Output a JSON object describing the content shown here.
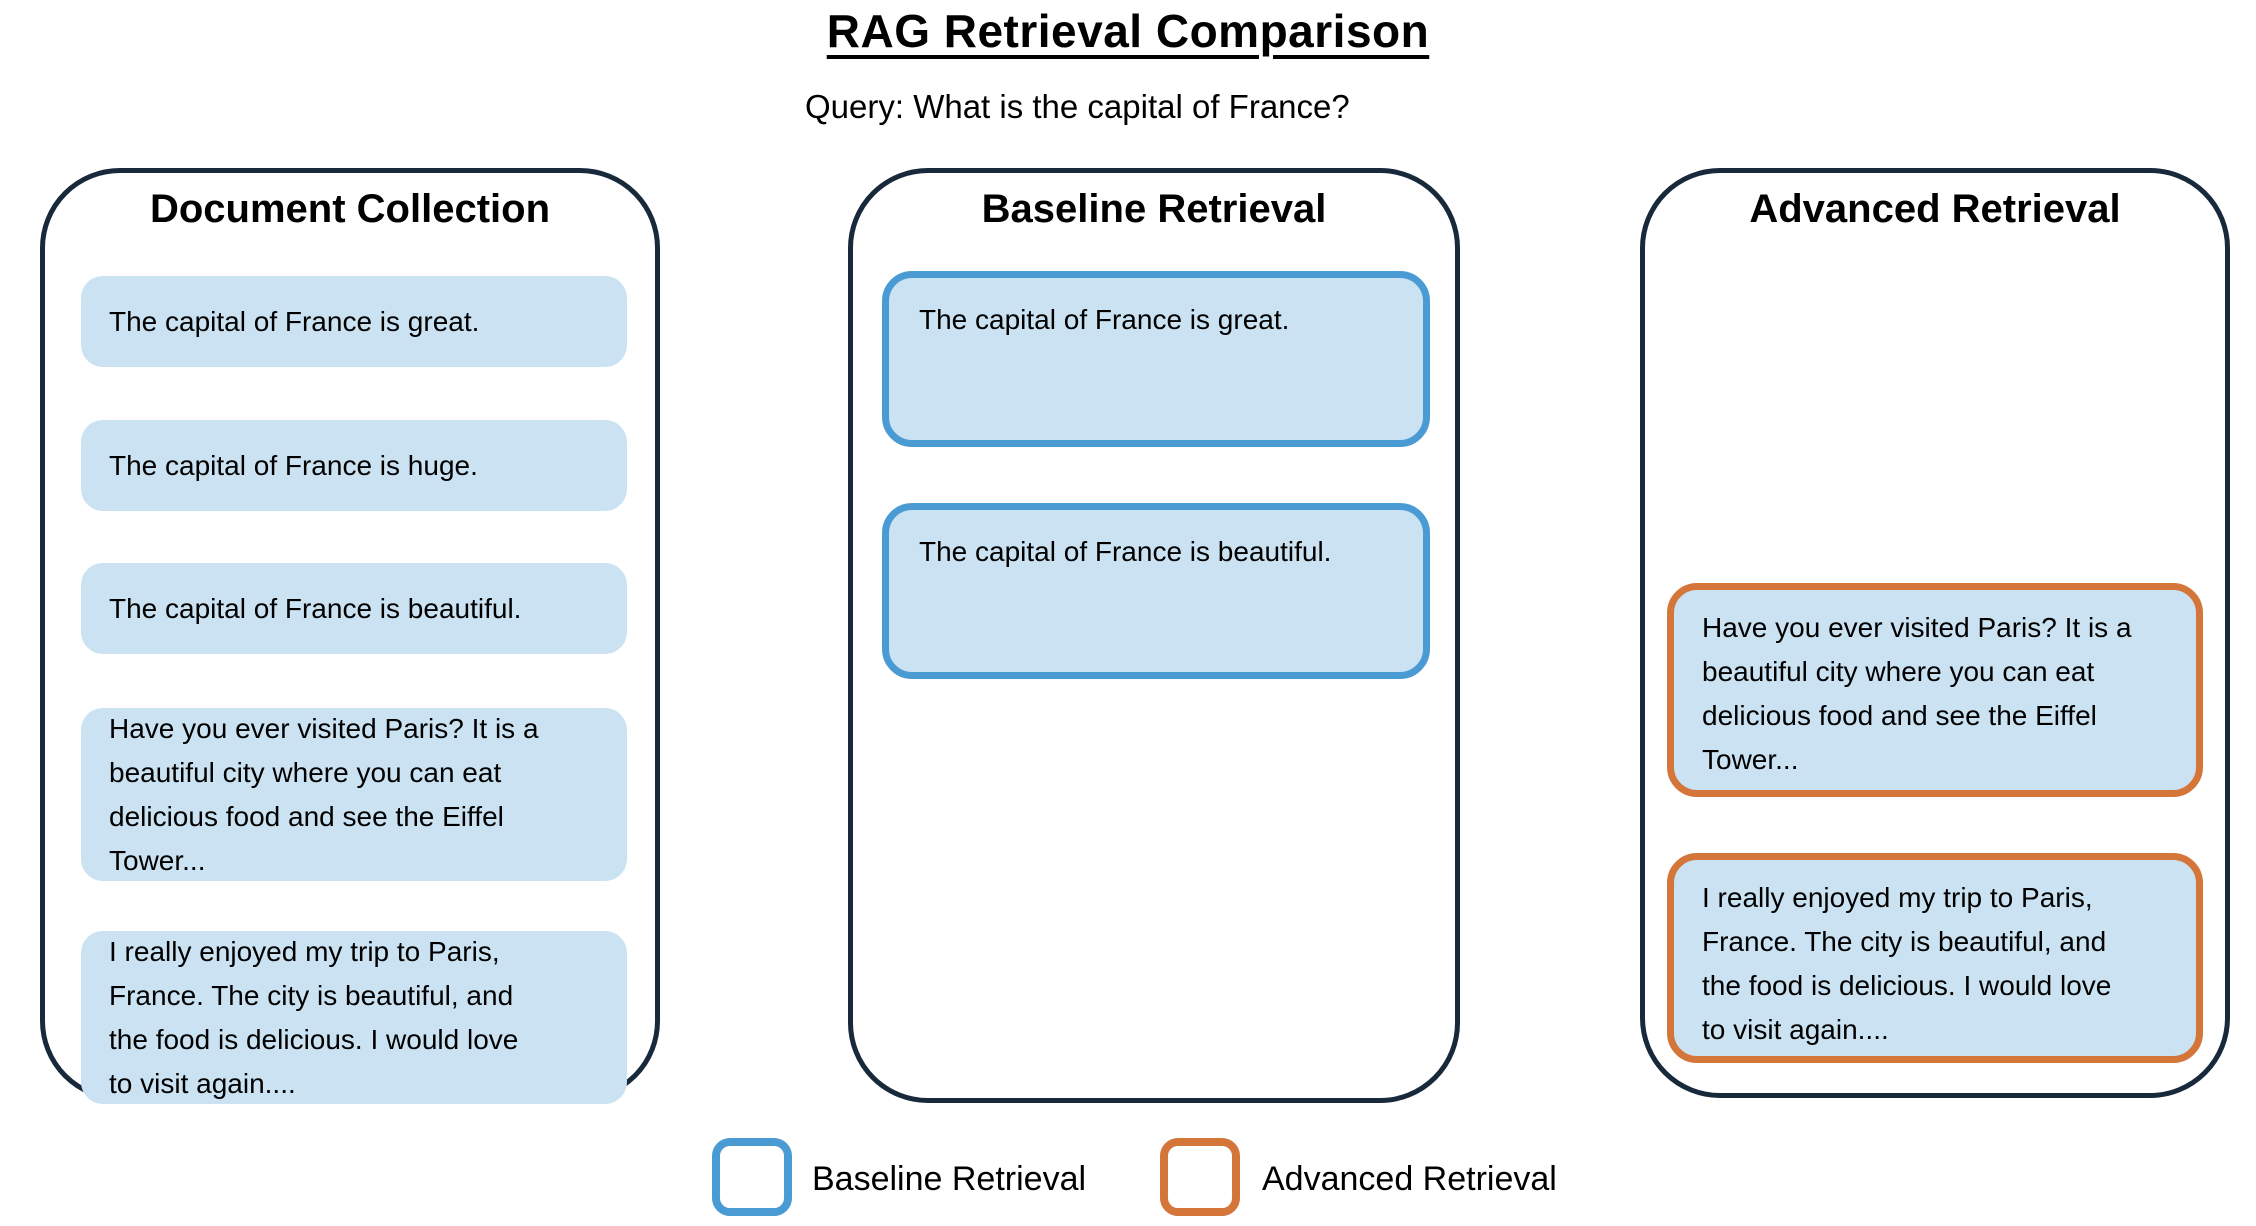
{
  "title": "RAG Retrieval Comparison",
  "query": "Query: What is the capital of France?",
  "panels": {
    "documents": {
      "heading": "Document Collection",
      "cards": [
        "The capital of France is great.",
        "The capital of France is huge.",
        "The capital of France is beautiful.",
        "Have you ever visited Paris? It is a\nbeautiful city where you can eat\ndelicious food and see the Eiffel\nTower...",
        "I really enjoyed my trip to Paris,\nFrance. The city is beautiful, and\nthe food is delicious. I would love\nto visit again...."
      ]
    },
    "baseline": {
      "heading": "Baseline Retrieval",
      "cards": [
        "The capital of France is great.",
        "The capital of France is beautiful."
      ]
    },
    "advanced": {
      "heading": "Advanced Retrieval",
      "cards": [
        "Have you ever visited Paris? It is a\nbeautiful city where you can eat\ndelicious food and see the Eiffel\nTower...",
        "I really enjoyed my trip to Paris,\nFrance. The city is beautiful, and\nthe food is delicious. I would love\nto visit again...."
      ]
    }
  },
  "legend": {
    "baseline": {
      "label": "Baseline Retrieval"
    },
    "advanced": {
      "label": "Advanced Retrieval"
    }
  },
  "colors": {
    "dark": "#17293a",
    "blue": "#4a9bd3",
    "orange": "#d4763a",
    "fill": "#cae2f1"
  }
}
